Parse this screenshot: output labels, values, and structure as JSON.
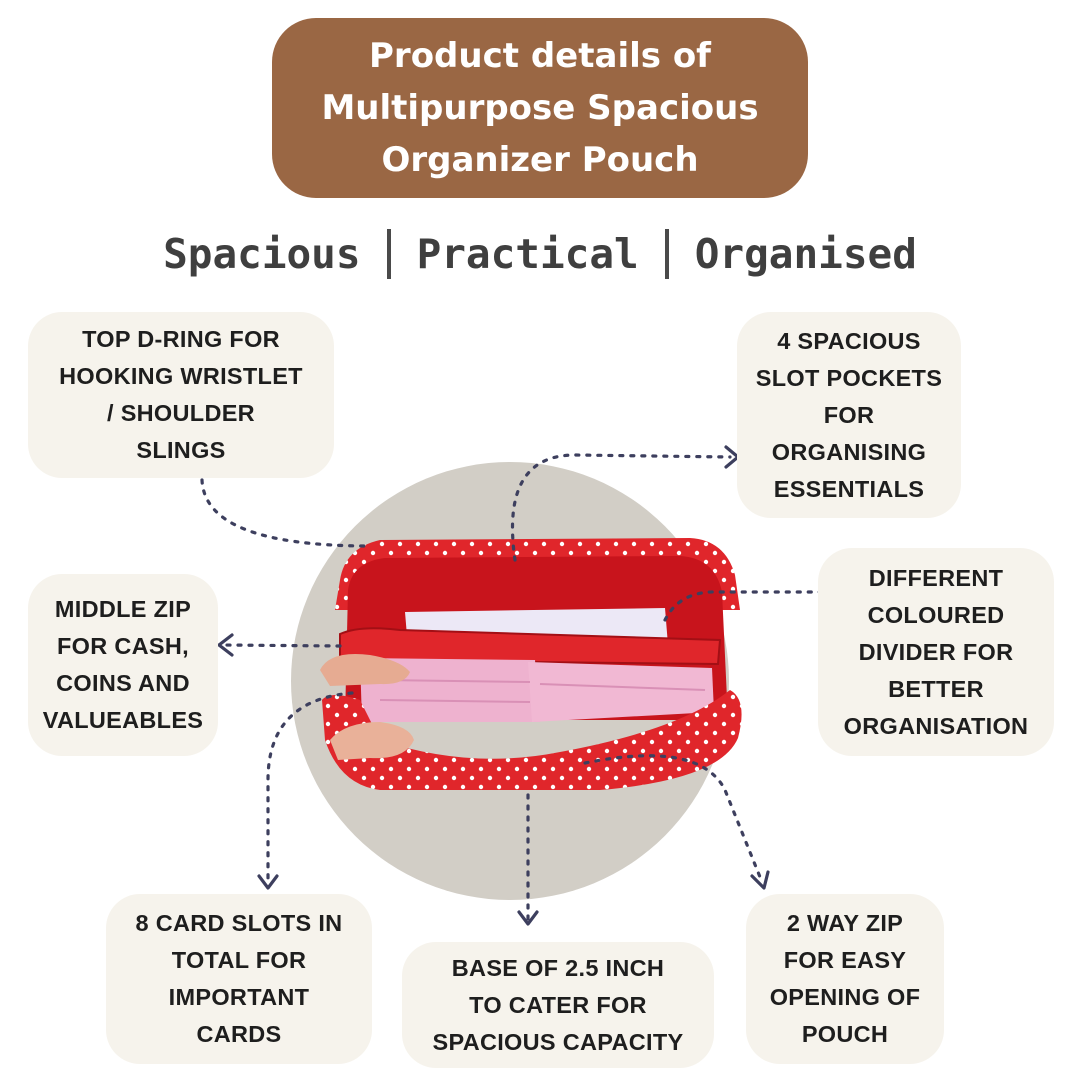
{
  "header": {
    "title_lines": [
      "Product details of",
      "Multipurpose Spacious",
      "Organizer Pouch"
    ]
  },
  "tagline": {
    "words": [
      "Spacious",
      "Practical",
      "Organised"
    ]
  },
  "callouts": {
    "d_ring": {
      "lines": [
        "TOP D-RING FOR",
        "HOOKING WRISTLET",
        "/ SHOULDER",
        "SLINGS"
      ]
    },
    "slot_pockets": {
      "lines": [
        "4 SPACIOUS",
        "SLOT POCKETS",
        "FOR",
        "ORGANISING",
        "ESSENTIALS"
      ]
    },
    "middle_zip": {
      "lines": [
        "MIDDLE ZIP",
        "FOR CASH,",
        "COINS AND",
        "VALUEABLES"
      ]
    },
    "divider": {
      "lines": [
        "DIFFERENT",
        "COLOURED",
        "DIVIDER FOR",
        "BETTER",
        "ORGANISATION"
      ]
    },
    "card_slots": {
      "lines": [
        "8 CARD SLOTS IN",
        "TOTAL FOR",
        "IMPORTANT",
        "CARDS"
      ]
    },
    "base": {
      "lines": [
        "BASE OF 2.5 INCH",
        "TO CATER FOR",
        "SPACIOUS CAPACITY"
      ]
    },
    "two_way_zip": {
      "lines": [
        "2 WAY ZIP",
        "FOR EASY",
        "OPENING OF",
        "POUCH"
      ]
    }
  },
  "colors": {
    "title_bg": "#9a6744",
    "callout_bg": "#f6f3ec",
    "circle_bg": "#d2cec6",
    "pouch_red": "#e0262b",
    "arrow": "#3d3f5e"
  },
  "icons": {
    "arrow": "dotted-arrow-icon",
    "pouch": "organizer-pouch-photo"
  }
}
